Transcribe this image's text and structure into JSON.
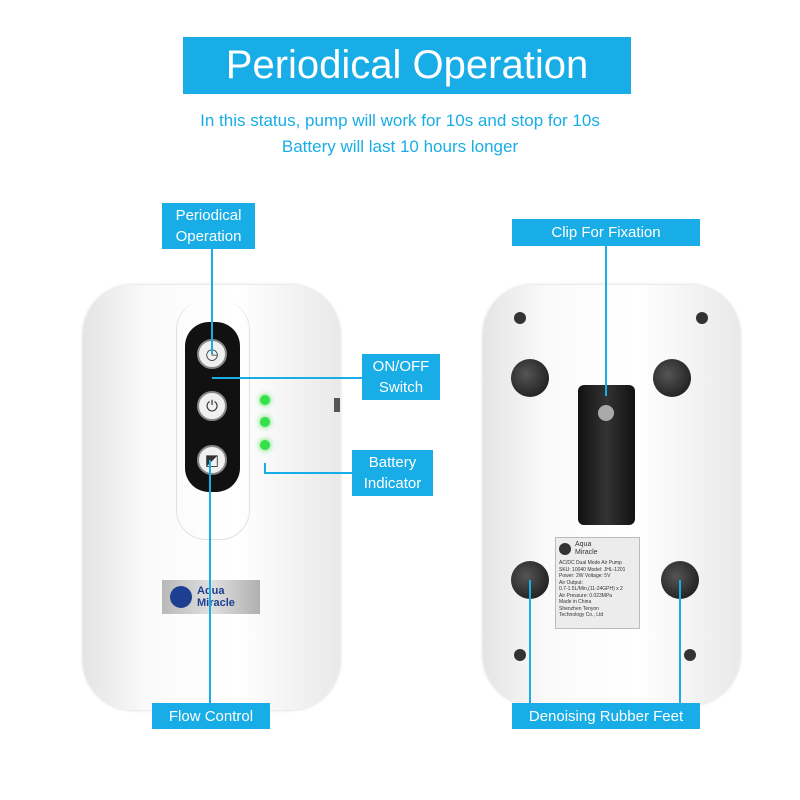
{
  "header": {
    "title": "Periodical Operation",
    "subtitle_1": "In this status, pump will work for 10s and stop for 10s",
    "subtitle_2": "Battery will last 10 hours longer"
  },
  "labels": {
    "periodical_1": "Periodical",
    "periodical_2": "Operation",
    "onoff_1": "ON/OFF",
    "onoff_2": "Switch",
    "battery_1": "Battery",
    "battery_2": "Indicator",
    "flow": "Flow Control",
    "clip": "Clip For Fixation",
    "feet": "Denoising Rubber Feet"
  },
  "brand": {
    "line1": "Aqua",
    "line2": "Miracle"
  },
  "spec_label": {
    "brand1": "Aqua",
    "brand2": "Miracle",
    "lines": [
      "AC/DC Dual Mode Air Pump",
      "SKU: 10040  Model: JHL-1201",
      "Power: 2W  Voltage: 5V",
      "Air Output:",
      "0.7-1.5L/Min,(11-24GPH) x 2",
      "Air Pressure: 0.023MPa",
      "Made in China",
      "Shenzhen Tenyon",
      "Technology Co., Ltd"
    ]
  },
  "colors": {
    "accent": "#18ade6",
    "led": "#36e04a"
  }
}
